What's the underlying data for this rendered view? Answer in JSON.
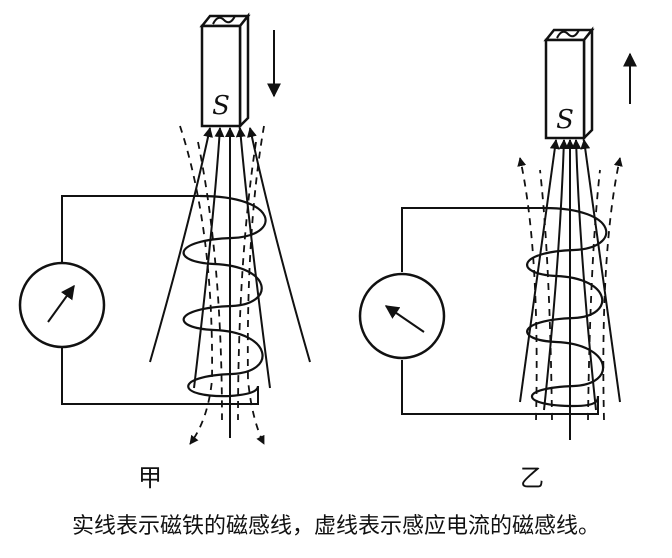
{
  "left": {
    "panel_label": "甲",
    "magnet_pole": "S",
    "motion": "down"
  },
  "right": {
    "panel_label": "乙",
    "magnet_pole": "S",
    "motion": "up"
  },
  "caption": "实线表示磁铁的磁感线，虚线表示感应电流的磁感线。"
}
